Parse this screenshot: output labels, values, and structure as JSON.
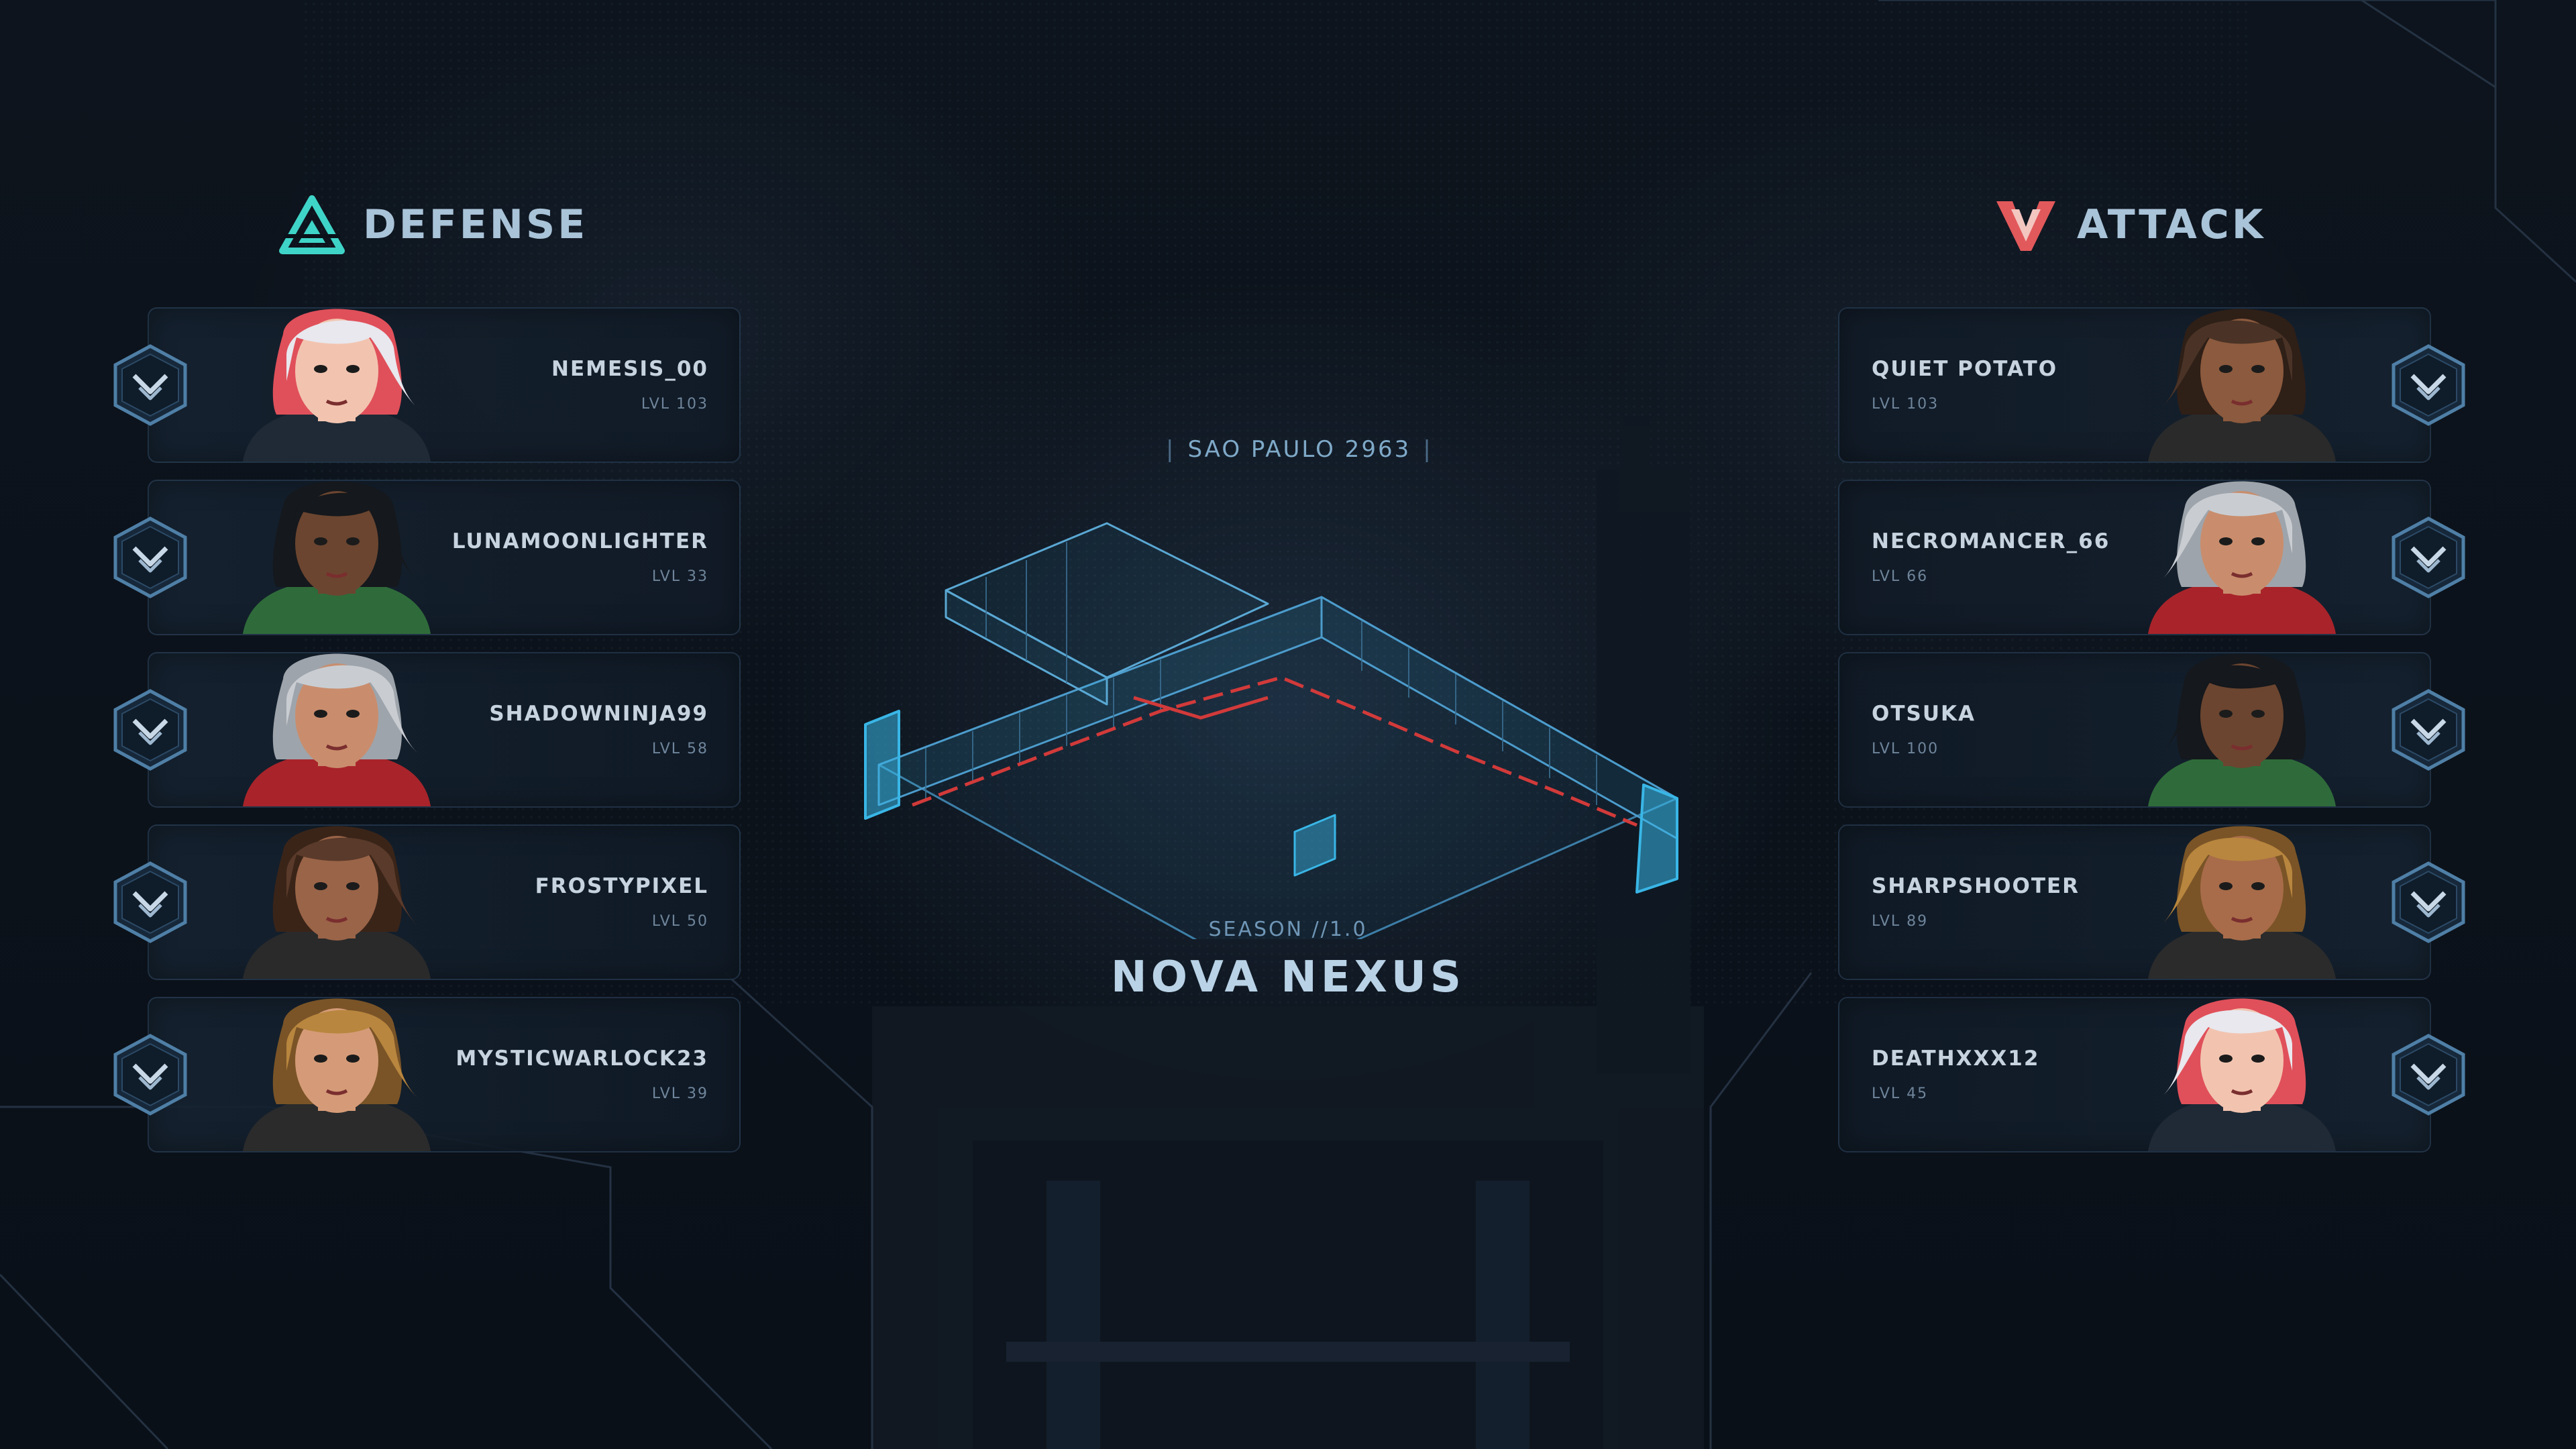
{
  "teams": {
    "defense": {
      "label": "DEFENSE",
      "accent": "#3fd4c8",
      "players": [
        {
          "name": "NEMESIS_00",
          "level": "LVL 103",
          "hair": "#e8e8ee",
          "hair2": "#e0505a",
          "skin": "#f2c4b0",
          "outfit": "#1f2a36"
        },
        {
          "name": "LUNAMOONLIGHTER",
          "level": "LVL 33",
          "hair": "#15181c",
          "hair2": "#15181c",
          "skin": "#6b4530",
          "outfit": "#2f6b3a"
        },
        {
          "name": "SHADOWNINJA99",
          "level": "LVL 58",
          "hair": "#c9cdd2",
          "hair2": "#9ea4ab",
          "skin": "#c98d6d",
          "outfit": "#a8242a"
        },
        {
          "name": "FROSTYPIXEL",
          "level": "LVL 50",
          "hair": "#5a3a2a",
          "hair2": "#3a2418",
          "skin": "#9a6448",
          "outfit": "#2a2a2a"
        },
        {
          "name": "MYSTICWARLOCK23",
          "level": "LVL 39",
          "hair": "#b8863e",
          "hair2": "#7a5427",
          "skin": "#d59b78",
          "outfit": "#2b2b2b"
        }
      ]
    },
    "attack": {
      "label": "ATTACK",
      "accent": "#e2595b",
      "players": [
        {
          "name": "QUIET POTATO",
          "level": "LVL 103",
          "hair": "#4a3326",
          "hair2": "#2e1f17",
          "skin": "#8c5a3e",
          "outfit": "#2a2a2a"
        },
        {
          "name": "NECROMANCER_66",
          "level": "LVL 66",
          "hair": "#c9cdd2",
          "hair2": "#9ea4ab",
          "skin": "#c98d6d",
          "outfit": "#a8242a"
        },
        {
          "name": "OTSUKA",
          "level": "LVL 100",
          "hair": "#15181c",
          "hair2": "#15181c",
          "skin": "#6b4530",
          "outfit": "#2f6b3a"
        },
        {
          "name": "SHARPSHOOTER",
          "level": "LVL 89",
          "hair": "#b8863e",
          "hair2": "#7a5427",
          "skin": "#a86c4a",
          "outfit": "#2b2b2b"
        },
        {
          "name": "DEATHXXX12",
          "level": "LVL 45",
          "hair": "#e8e8ee",
          "hair2": "#e0505a",
          "skin": "#f2c4b0",
          "outfit": "#1f2a36"
        }
      ]
    }
  },
  "match": {
    "location": "SAO PAULO 2963",
    "season": "SEASON //1.0",
    "map_name": "NOVA NEXUS",
    "map_accent": "#39b6e6",
    "route_color": "#d23a3a"
  },
  "icons": {
    "defense": "triangle-emblem-icon",
    "attack": "v-emblem-icon",
    "rank": "chevron-rank-badge-icon"
  }
}
